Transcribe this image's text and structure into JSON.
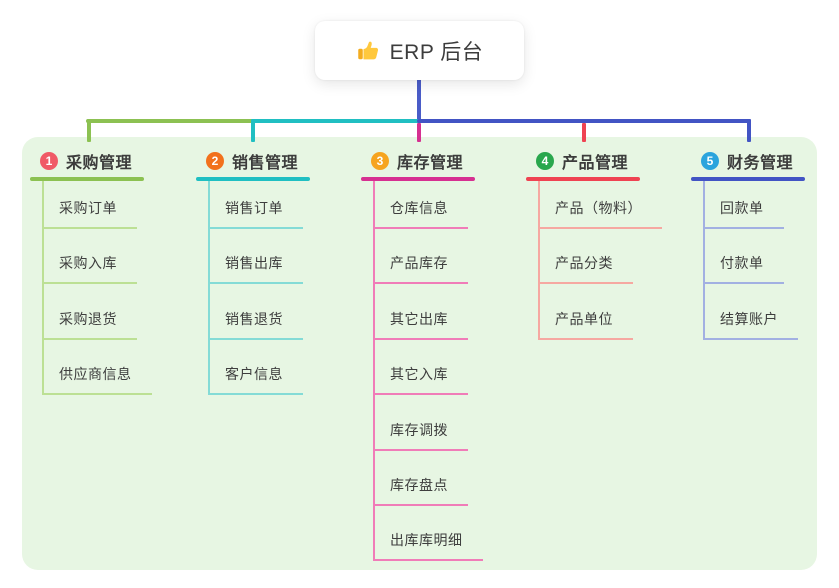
{
  "root": {
    "label": "ERP 后台",
    "icon": "thumbs-up-icon"
  },
  "branches": [
    {
      "badge": "1",
      "label": "采购管理",
      "badge_color": "#F05A66",
      "line_color": "#8CC152",
      "light_line_color": "#BCE094",
      "children": [
        "采购订单",
        "采购入库",
        "采购退货",
        "供应商信息"
      ]
    },
    {
      "badge": "2",
      "label": "销售管理",
      "badge_color": "#F2711C",
      "line_color": "#20BFC2",
      "light_line_color": "#84DBD6",
      "children": [
        "销售订单",
        "销售出库",
        "销售退货",
        "客户信息"
      ]
    },
    {
      "badge": "3",
      "label": "库存管理",
      "badge_color": "#F6A41F",
      "line_color": "#D63091",
      "light_line_color": "#F07CB8",
      "children": [
        "仓库信息",
        "产品库存",
        "其它出库",
        "其它入库",
        "库存调拨",
        "库存盘点",
        "出库库明细"
      ]
    },
    {
      "badge": "4",
      "label": "产品管理",
      "badge_color": "#29A74D",
      "line_color": "#EF4352",
      "light_line_color": "#F6A8A1",
      "children": [
        "产品（物料）",
        "产品分类",
        "产品单位"
      ]
    },
    {
      "badge": "5",
      "label": "财务管理",
      "badge_color": "#2BA4DD",
      "line_color": "#4254C4",
      "light_line_color": "#A2B0E2",
      "children": [
        "回款单",
        "付款单",
        "结算账户"
      ]
    }
  ],
  "colors": {
    "panel_background": "#E7F6E3",
    "root_connector": "#4A5CC8",
    "thumb_yellow": "#FFC83D",
    "thumb_cuff": "#F3AC1F",
    "text": "#3E3E3E"
  }
}
